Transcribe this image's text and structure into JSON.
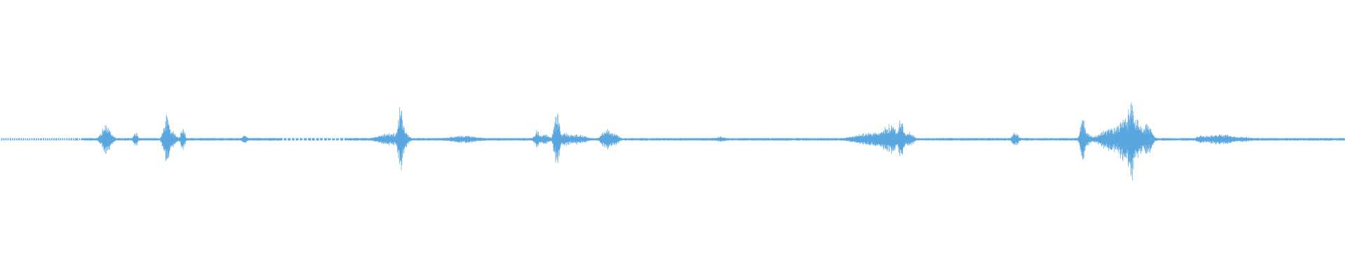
{
  "waveform": {
    "color": "#5aa7e0",
    "background": "#ffffff",
    "duration_units": 1000,
    "amplitude_max": 1.0,
    "gaps": [
      [
        0,
        0.8
      ],
      [
        1.6,
        2.4
      ],
      [
        3.2,
        4.0
      ],
      [
        4.8,
        5.6
      ],
      [
        6.5,
        7.3
      ],
      [
        8.1,
        8.9
      ],
      [
        9.7,
        10.5
      ],
      [
        11.3,
        12.1
      ],
      [
        12.9,
        13.7
      ],
      [
        14.6,
        15.4
      ],
      [
        16.2,
        17.0
      ],
      [
        17.8,
        18.6
      ],
      [
        19.4,
        20.2
      ],
      [
        21.0,
        21.8
      ],
      [
        22.6,
        23.4
      ],
      [
        24.2,
        25.0
      ],
      [
        25.8,
        26.6
      ],
      [
        27.4,
        28.2
      ],
      [
        29.0,
        29.8
      ],
      [
        31.0,
        31.8
      ],
      [
        32.6,
        33.4
      ],
      [
        34.2,
        35.0
      ],
      [
        35.8,
        36.6
      ],
      [
        37.4,
        38.2
      ],
      [
        39.0,
        39.8
      ],
      [
        40.6,
        41.4
      ],
      [
        42.2,
        43.0
      ],
      [
        43.8,
        44.6
      ],
      [
        45.4,
        46.2
      ],
      [
        47.0,
        47.8
      ],
      [
        48.6,
        49.4
      ],
      [
        50.2,
        51.0
      ],
      [
        51.8,
        52.6
      ],
      [
        53.4,
        54.2
      ],
      [
        55.0,
        55.8
      ],
      [
        58.0,
        58.8
      ],
      [
        59.6,
        60.4
      ],
      [
        210.0,
        211.0
      ],
      [
        213.0,
        214.0
      ],
      [
        216.0,
        217.0
      ],
      [
        219.0,
        220.0
      ],
      [
        222.0,
        223.0
      ],
      [
        225.0,
        226.0
      ],
      [
        228.0,
        229.0
      ],
      [
        231.0,
        232.0
      ],
      [
        234.0,
        235.0
      ],
      [
        237.0,
        238.0
      ],
      [
        240.0,
        241.0
      ],
      [
        243.0,
        244.0
      ],
      [
        246.0,
        247.0
      ],
      [
        249.0,
        250.0
      ],
      [
        252.0,
        253.0
      ],
      [
        255.0,
        256.0
      ]
    ],
    "baseline_amplitude": 0.006,
    "bursts": [
      {
        "t": 79,
        "amp": 0.12,
        "width": 3.0
      },
      {
        "t": 82,
        "amp": 0.05,
        "width": 2.5
      },
      {
        "t": 101,
        "amp": 0.06,
        "width": 1.5
      },
      {
        "t": 124,
        "amp": 0.22,
        "width": 2.0
      },
      {
        "t": 127,
        "amp": 0.08,
        "width": 3.0
      },
      {
        "t": 136,
        "amp": 0.09,
        "width": 1.5
      },
      {
        "t": 182,
        "amp": 0.03,
        "width": 2.0
      },
      {
        "t": 290,
        "amp": 0.05,
        "width": 8.0
      },
      {
        "t": 298,
        "amp": 0.28,
        "width": 1.8
      },
      {
        "t": 300,
        "amp": 0.08,
        "width": 3.0
      },
      {
        "t": 345,
        "amp": 0.03,
        "width": 10.0
      },
      {
        "t": 399,
        "amp": 0.08,
        "width": 1.5
      },
      {
        "t": 405,
        "amp": 0.04,
        "width": 4.0
      },
      {
        "t": 414,
        "amp": 0.24,
        "width": 1.8
      },
      {
        "t": 420,
        "amp": 0.05,
        "width": 6.0
      },
      {
        "t": 430,
        "amp": 0.04,
        "width": 5.0
      },
      {
        "t": 449,
        "amp": 0.07,
        "width": 2.0
      },
      {
        "t": 452,
        "amp": 0.12,
        "width": 2.0
      },
      {
        "t": 456,
        "amp": 0.06,
        "width": 3.0
      },
      {
        "t": 536,
        "amp": 0.02,
        "width": 3.0
      },
      {
        "t": 650,
        "amp": 0.06,
        "width": 12.0
      },
      {
        "t": 662,
        "amp": 0.12,
        "width": 6.0
      },
      {
        "t": 670,
        "amp": 0.19,
        "width": 2.0
      },
      {
        "t": 676,
        "amp": 0.06,
        "width": 3.0
      },
      {
        "t": 755,
        "amp": 0.06,
        "width": 2.0
      },
      {
        "t": 805,
        "amp": 0.22,
        "width": 1.5
      },
      {
        "t": 808,
        "amp": 0.05,
        "width": 3.0
      },
      {
        "t": 827,
        "amp": 0.1,
        "width": 8.0
      },
      {
        "t": 836,
        "amp": 0.2,
        "width": 5.0
      },
      {
        "t": 841,
        "amp": 0.4,
        "width": 2.0
      },
      {
        "t": 845,
        "amp": 0.16,
        "width": 4.0
      },
      {
        "t": 853,
        "amp": 0.13,
        "width": 3.0
      },
      {
        "t": 893,
        "amp": 0.03,
        "width": 3.0
      },
      {
        "t": 906,
        "amp": 0.04,
        "width": 10.0
      },
      {
        "t": 925,
        "amp": 0.02,
        "width": 6.0
      }
    ]
  }
}
